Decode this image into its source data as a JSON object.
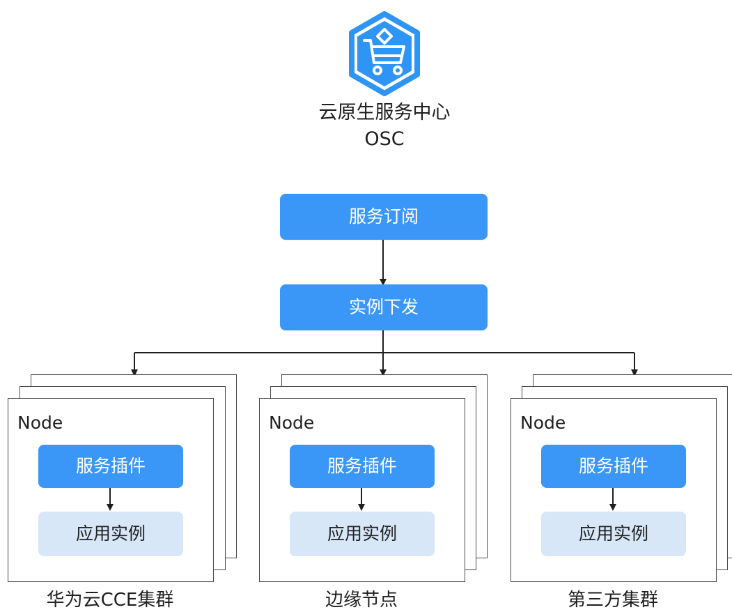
{
  "service": {
    "icon": "shopping-cart-hexagon-icon",
    "name": "云原生服务中心",
    "abbr": "OSC"
  },
  "flow": {
    "subscribe": "服务订阅",
    "deploy": "实例下发"
  },
  "clusters": [
    {
      "node_label": "Node",
      "plugin": "服务插件",
      "instance": "应用实例",
      "caption": "华为云CCE集群"
    },
    {
      "node_label": "Node",
      "plugin": "服务插件",
      "instance": "应用实例",
      "caption": "边缘节点"
    },
    {
      "node_label": "Node",
      "plugin": "服务插件",
      "instance": "应用实例",
      "caption": "第三方集群"
    }
  ],
  "colors": {
    "primary_box": "#3a97f8",
    "instance_box": "#d7e7f8",
    "icon_blue": "#2f95f4",
    "line": "#1f1f1f"
  }
}
